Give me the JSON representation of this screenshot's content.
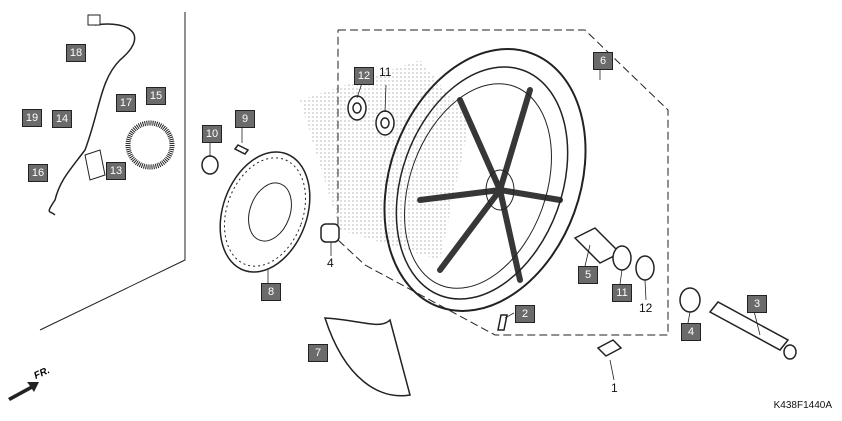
{
  "diagram_code": "K438F1440A",
  "direction_label": "FR.",
  "callouts_boxed": {
    "p18": "18",
    "p14": "14",
    "p19": "19",
    "p17": "17",
    "p15": "15",
    "p16": "16",
    "p13": "13",
    "p10": "10",
    "p9": "9",
    "p12": "12",
    "p6": "6",
    "p8": "8",
    "p5": "5",
    "p11": "11",
    "p2": "2",
    "p4": "4",
    "p3": "3",
    "p7": "7"
  },
  "callouts_plain": {
    "p11": "11",
    "p4": "4",
    "p12": "12",
    "p1": "1"
  }
}
